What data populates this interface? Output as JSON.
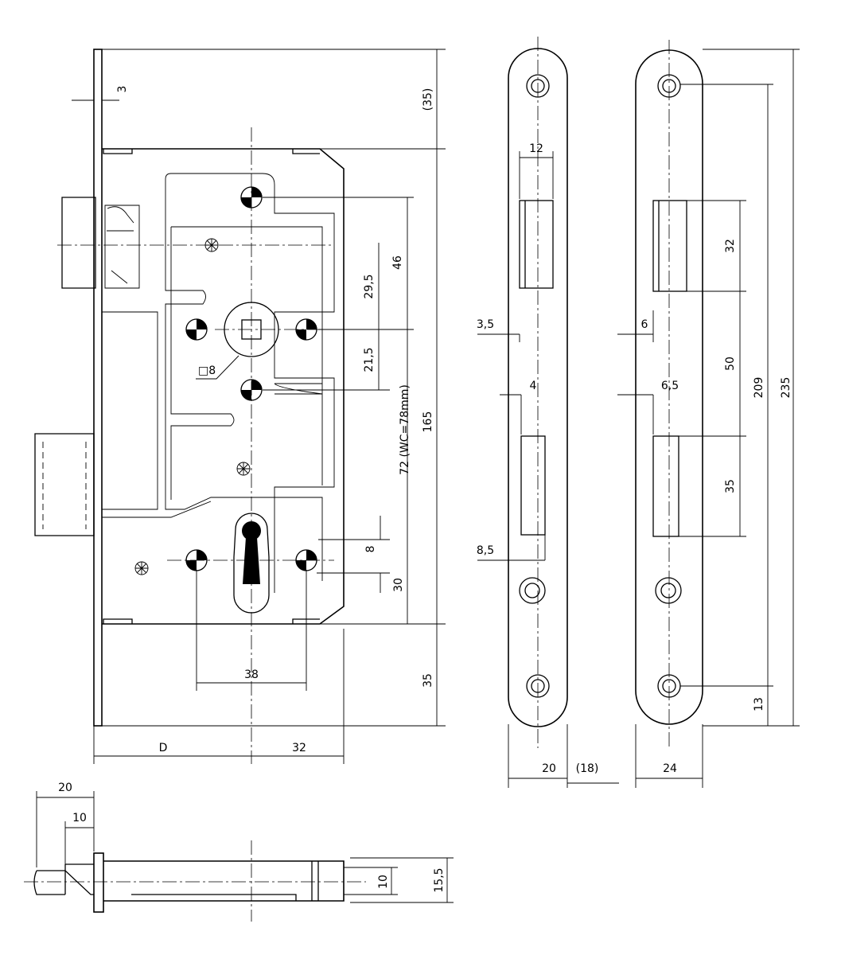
{
  "drawing": {
    "dimensions": {
      "top_35": "(35)",
      "faceplate_3": "3",
      "dim_46": "46",
      "dim_29_5": "29,5",
      "dim_21_5": "21,5",
      "dim_165": "165",
      "dim_72": "72 (WC=78mm)",
      "dim_8": "8",
      "dim_30": "30",
      "dim_38": "38",
      "bottom_35": "35",
      "spindle_sq8": "□8",
      "backset_D": "D",
      "width_32": "32",
      "side_20": "20",
      "side_10": "10",
      "side_10b": "10",
      "side_15_5": "15,5",
      "fp_12": "12",
      "fp_3_5": "3,5",
      "fp_4": "4",
      "fp_8_5": "8,5",
      "fp_width_20": "20",
      "fp_18": "(18)",
      "sp_32": "32",
      "sp_6": "6",
      "sp_6_5": "6,5",
      "sp_50": "50",
      "sp_35": "35",
      "sp_209": "209",
      "sp_235": "235",
      "sp_13": "13",
      "sp_width_24": "24"
    }
  }
}
